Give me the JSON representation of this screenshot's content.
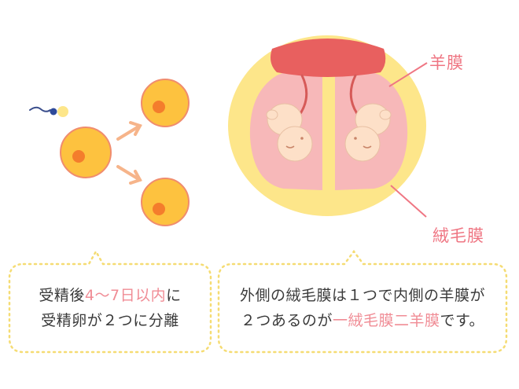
{
  "labels": {
    "amnion": "羊膜",
    "chorion": "絨毛膜"
  },
  "bubble_left": {
    "line1_pre": "受精後",
    "line1_highlight": "4～7日以内",
    "line1_post": "に",
    "line2": "受精卵が２つに分離"
  },
  "bubble_right": {
    "line1": "外側の絨毛膜は１つで内側の羊膜が",
    "line2_pre": "２つあるのが",
    "line2_highlight": "一絨毛膜二羊膜",
    "line2_post": "です。"
  },
  "colors": {
    "highlight": "#f08c95",
    "label": "#ef7683",
    "egg_fill": "#fdc23f",
    "egg_border": "#f08c6e",
    "nucleus": "#f47d2c",
    "chorion": "#fde68a",
    "amnion": "#f7b8b9",
    "placenta": "#e8605f",
    "bubble_border": "#f5dc73"
  }
}
